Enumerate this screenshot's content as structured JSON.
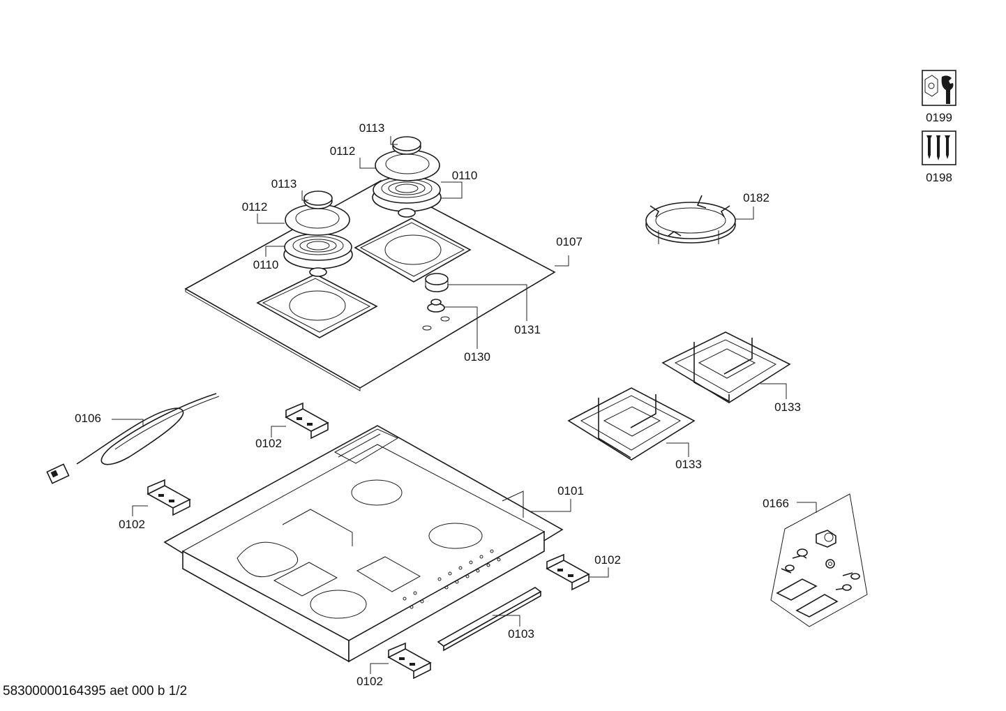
{
  "document": {
    "code": "58300000164395 aet 000 b 1/2"
  },
  "legend": [
    {
      "label": "0199",
      "icon": "wrench-nut-icon"
    },
    {
      "label": "0198",
      "icon": "screws-icon"
    }
  ],
  "parts": {
    "p0113a": "0113",
    "p0112a": "0112",
    "p0110a": "0110",
    "p0113b": "0113",
    "p0112b": "0112",
    "p0110b": "0110",
    "p0107": "0107",
    "p0131": "0131",
    "p0130": "0130",
    "p0182": "0182",
    "p0133a": "0133",
    "p0133b": "0133",
    "p0106": "0106",
    "p0102a": "0102",
    "p0102b": "0102",
    "p0102c": "0102",
    "p0102d": "0102",
    "p0101": "0101",
    "p0103": "0103",
    "p0166": "0166"
  }
}
